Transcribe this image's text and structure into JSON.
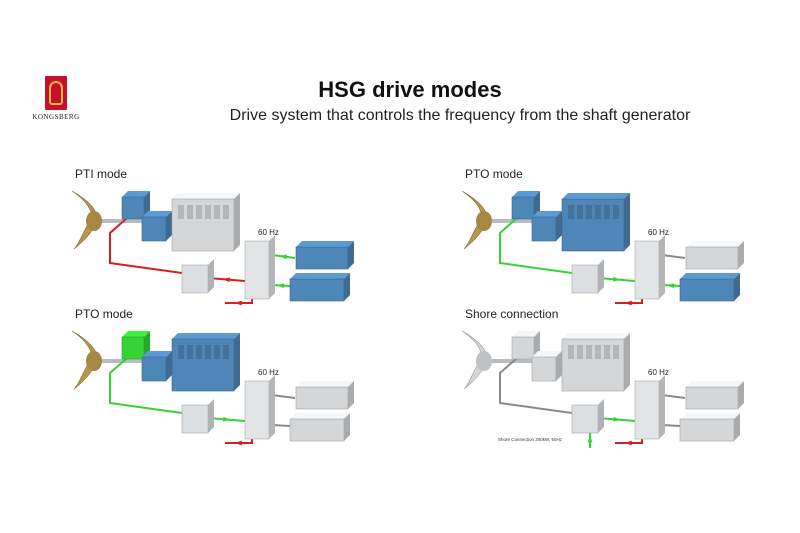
{
  "header": {
    "brand": "KONGSBERG",
    "title": "HSG drive modes",
    "subtitle": "Drive system that controls the frequency from the shaft generator"
  },
  "colors": {
    "blue": "#4f86b8",
    "gray": "#d4d6d8",
    "gold": "#b8964a",
    "red": "#d81e1e",
    "green": "#36d236",
    "line_gray": "#8a8a8a"
  },
  "panels": [
    {
      "title": "PTI mode",
      "frequency": "60 Hz",
      "propeller": "gold",
      "shaft_generator": "blue",
      "gearbox": "blue",
      "main_engine": "gray",
      "genset_1": "blue",
      "genset_2": "blue",
      "line_sg": "red",
      "line_cab": "red",
      "line_gen_1": "green",
      "line_gen_2": "green",
      "load": "red",
      "flow_to_swb": false
    },
    {
      "title": "PTO mode",
      "frequency": "60 Hz",
      "propeller": "gold",
      "shaft_generator": "blue",
      "gearbox": "blue",
      "main_engine": "blue",
      "genset_1": "gray",
      "genset_2": "blue",
      "line_sg": "green",
      "line_cab": "green",
      "line_gen_1": "line_gray",
      "line_gen_2": "green",
      "load": "red",
      "flow_to_swb": true
    },
    {
      "title": "PTO mode",
      "frequency": "60 Hz",
      "propeller": "gold",
      "shaft_generator": "green",
      "gearbox": "blue",
      "main_engine": "blue",
      "genset_1": "gray",
      "genset_2": "gray",
      "line_sg": "green",
      "line_cab": "green",
      "line_gen_1": "line_gray",
      "line_gen_2": "line_gray",
      "load": "red",
      "flow_to_swb": true
    },
    {
      "title": "Shore connection",
      "frequency": "60 Hz",
      "propeller": "gray",
      "shaft_generator": "gray",
      "gearbox": "gray",
      "main_engine": "gray",
      "genset_1": "gray",
      "genset_2": "gray",
      "line_sg": "line_gray",
      "line_cab": "green",
      "line_gen_1": "line_gray",
      "line_gen_2": "line_gray",
      "load": "red",
      "flow_to_swb": true,
      "shore_label": "Shore Connection 200kW, 50Hz"
    }
  ]
}
